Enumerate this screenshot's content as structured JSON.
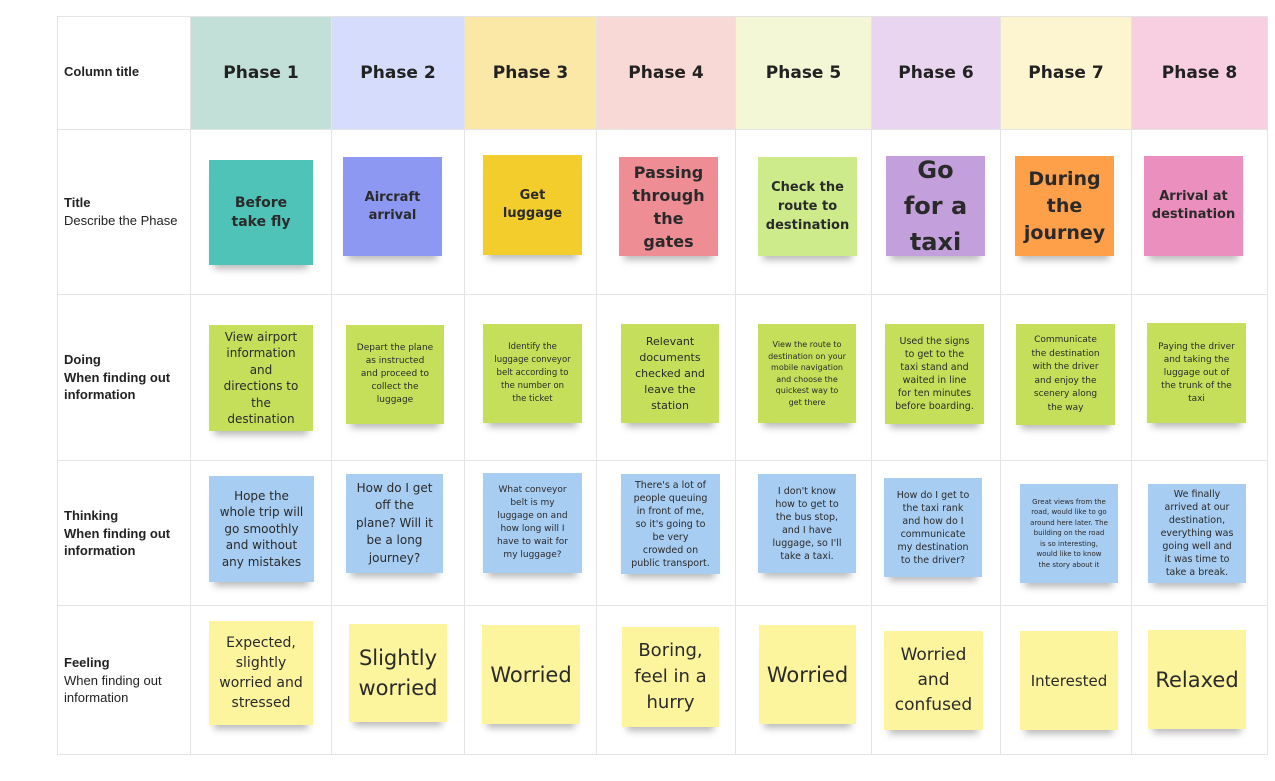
{
  "header": {
    "column_title_label": "Column title",
    "phases": [
      {
        "label": "Phase 1",
        "color": "#c2e0d7"
      },
      {
        "label": "Phase 2",
        "color": "#d6dcfb"
      },
      {
        "label": "Phase 3",
        "color": "#fbe7a6"
      },
      {
        "label": "Phase 4",
        "color": "#f9d9d5"
      },
      {
        "label": "Phase 5",
        "color": "#f3f7d6"
      },
      {
        "label": "Phase 6",
        "color": "#e9d5ef"
      },
      {
        "label": "Phase 7",
        "color": "#fdf4d0"
      },
      {
        "label": "Phase 8",
        "color": "#f7cfe1"
      }
    ]
  },
  "rows": {
    "title": {
      "label_bold": "Title",
      "label_normal": "Describe the Phase",
      "notes": [
        {
          "text": "Before take fly",
          "color": "#4fc3b7"
        },
        {
          "text": "Aircraft arrival",
          "color": "#8d98f2"
        },
        {
          "text": "Get luggage",
          "color": "#f3cd2c"
        },
        {
          "text": "Passing through the gates",
          "color": "#ef8d95"
        },
        {
          "text": "Check the route to destination",
          "color": "#cdeb8b"
        },
        {
          "text": "Go for a taxi",
          "color": "#c39fdc"
        },
        {
          "text": "During the journey",
          "color": "#fe9f4a"
        },
        {
          "text": "Arrival at destination",
          "color": "#eb8fbe"
        }
      ]
    },
    "doing": {
      "label_bold": "Doing",
      "label_bold2": "When finding out information",
      "notes": [
        {
          "text": "View airport information and directions to the destination",
          "color": "#c6df5b"
        },
        {
          "text": "Depart the plane as instructed and proceed to collect the luggage",
          "color": "#c6df5b"
        },
        {
          "text": "Identify the luggage conveyor belt according to the number on the ticket",
          "color": "#c6df5b"
        },
        {
          "text": "Relevant documents checked and leave the station",
          "color": "#c6df5b"
        },
        {
          "text": "View the route to destination on your mobile navigation and choose the quickest way to get there",
          "color": "#c6df5b"
        },
        {
          "text": "Used the signs to get to the taxi stand and waited in line for ten minutes before boarding.",
          "color": "#c6df5b"
        },
        {
          "text": "Communicate the destination with the driver and enjoy the scenery along the way",
          "color": "#c6df5b"
        },
        {
          "text": "Paying the driver and taking the luggage out of the trunk of the taxi",
          "color": "#c6df5b"
        }
      ]
    },
    "thinking": {
      "label_bold": "Thinking",
      "label_bold2": "When finding out information",
      "notes": [
        {
          "text": "Hope the whole trip will go smoothly and without any mistakes",
          "color": "#a8cdf2"
        },
        {
          "text": "How do I get off the plane? Will it be a long journey?",
          "color": "#a8cdf2"
        },
        {
          "text": "What conveyor belt is my luggage on and how long will I have to wait for my luggage?",
          "color": "#a8cdf2"
        },
        {
          "text": "There's a lot of people queuing in front of me, so it's going to be very crowded on public transport.",
          "color": "#a8cdf2"
        },
        {
          "text": "I don't know how to get to the bus stop, and I have luggage, so I'll take a taxi.",
          "color": "#a8cdf2"
        },
        {
          "text": "How do I get to the taxi rank and how do I communicate my destination to the driver?",
          "color": "#a8cdf2"
        },
        {
          "text": "Great views from the road, would like to go around here later. The building on the road is so interesting, would like to know the story about it",
          "color": "#a8cdf2"
        },
        {
          "text": "We finally arrived at our destination, everything was going well and it was time to take a break.",
          "color": "#a8cdf2"
        }
      ]
    },
    "feeling": {
      "label_bold": "Feeling",
      "label_normal": "When finding out information",
      "notes": [
        {
          "text": "Expected, slightly worried and stressed",
          "color": "#fdf49e"
        },
        {
          "text": "Slightly worried",
          "color": "#fdf49e"
        },
        {
          "text": "Worried",
          "color": "#fdf49e"
        },
        {
          "text": "Boring, feel in a hurry",
          "color": "#fdf49e"
        },
        {
          "text": "Worried",
          "color": "#fdf49e"
        },
        {
          "text": "Worried and confused",
          "color": "#fdf49e"
        },
        {
          "text": "Interested",
          "color": "#fdf49e"
        },
        {
          "text": "Relaxed",
          "color": "#fdf49e"
        }
      ]
    }
  }
}
